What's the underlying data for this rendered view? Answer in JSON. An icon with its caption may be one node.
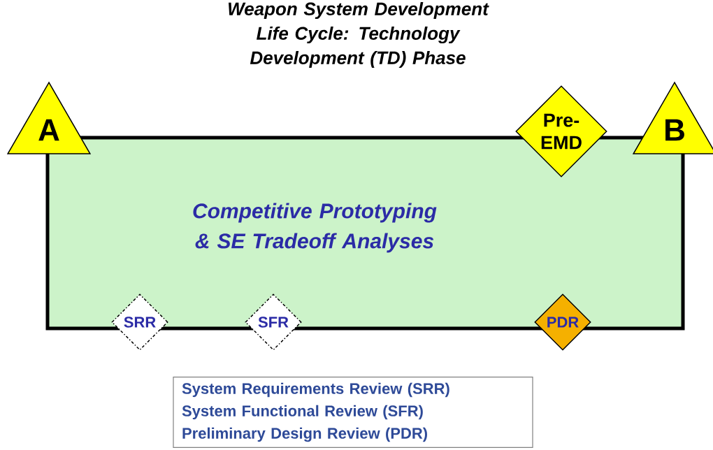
{
  "diagram": {
    "title": "Weapon System Development Life Cycle: Technology Development (TD) Phase",
    "nodes": [
      {
        "text": [
          "Competitive Prototyping & SE Tradeoff Analyses"
        ]
      },
      {
        "text": [
          "A"
        ]
      },
      {
        "text": [
          "B"
        ]
      },
      {
        "text": [
          "Pre-EMD"
        ]
      },
      {
        "text": [
          "SRR"
        ]
      },
      {
        "text": [
          "SFR"
        ]
      },
      {
        "text": [
          "PDR"
        ]
      },
      {
        "text": [
          "System Requirements Review (SRR)",
          "System Functional Review (SFR)",
          "Preliminary Design Review (PDR)"
        ]
      }
    ]
  }
}
